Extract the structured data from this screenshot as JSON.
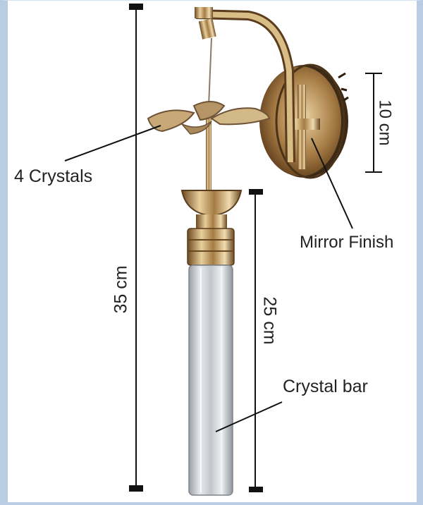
{
  "labels": {
    "crystals": "4 Crystals",
    "mirror": "Mirror Finish",
    "crystal_bar": "Crystal bar"
  },
  "dimensions": {
    "total_height": "35 cm",
    "bar_height": "25 cm",
    "plate_height": "10 cm"
  },
  "colors": {
    "gold": "#b8955a",
    "border": "#b8cde4"
  }
}
